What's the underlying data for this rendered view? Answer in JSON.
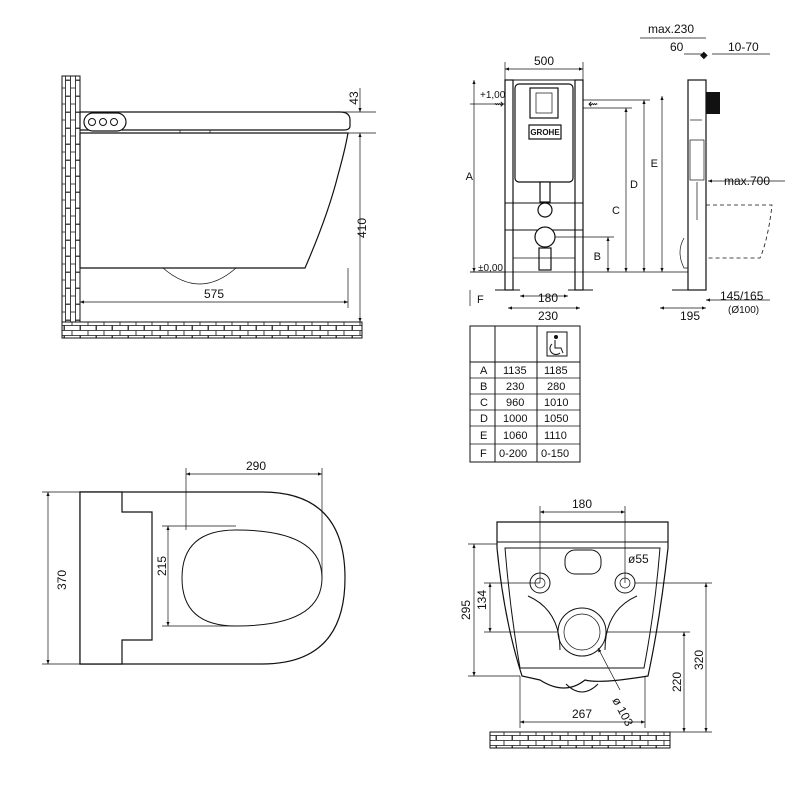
{
  "side_view": {
    "dim_width": "575",
    "dim_height": "410",
    "dim_top": "43"
  },
  "frame_view": {
    "dim_width": "500",
    "dim_max_depth": "max.230",
    "dim_60": "60",
    "dim_10_70": "10-70",
    "dim_180": "180",
    "dim_230": "230",
    "dim_195": "195",
    "dim_145_165": "145/165",
    "dim_d100": "(Ø100)",
    "dim_max700": "max.700",
    "level_top": "+1,00",
    "level_zero": "±0,00",
    "brand": "GROHE",
    "labels": {
      "a": "A",
      "b": "B",
      "c": "C",
      "d": "D",
      "e": "E",
      "f": "F"
    }
  },
  "table": {
    "header_icon": "wheelchair-icon",
    "rows": [
      {
        "key": "A",
        "v1": "1135",
        "v2": "1185"
      },
      {
        "key": "B",
        "v1": "230",
        "v2": "280"
      },
      {
        "key": "C",
        "v1": "960",
        "v2": "1010"
      },
      {
        "key": "D",
        "v1": "1000",
        "v2": "1050"
      },
      {
        "key": "E",
        "v1": "1060",
        "v2": "1110"
      },
      {
        "key": "F",
        "v1": "0-200",
        "v2": "0-150"
      }
    ]
  },
  "top_view": {
    "dim_290": "290",
    "dim_370": "370",
    "dim_215": "215"
  },
  "rear_view": {
    "dim_180": "180",
    "dim_d55": "ø55",
    "dim_295": "295",
    "dim_134": "134",
    "dim_320": "320",
    "dim_220": "220",
    "dim_267": "267",
    "dim_d103": "ø 103"
  }
}
